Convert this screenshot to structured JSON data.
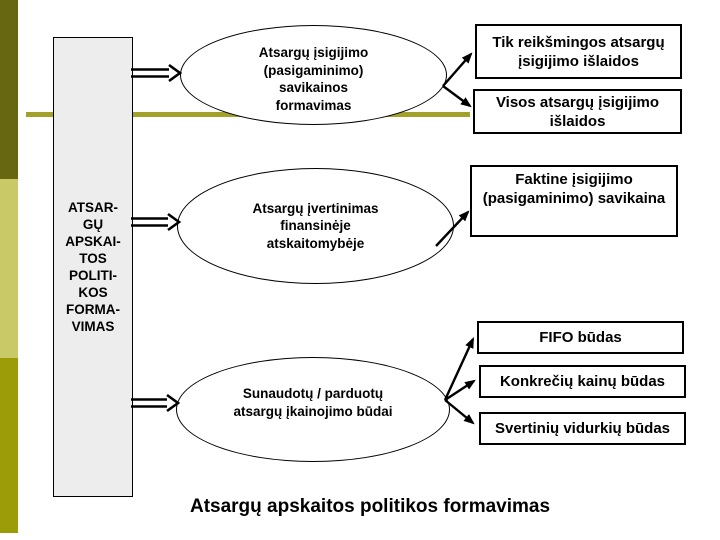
{
  "colors": {
    "bar_dark": "#676712",
    "bar_light": "#c9c968",
    "bar_mid": "#9c9c08",
    "divider_line": "#a2a22a",
    "side_box_fill": "#ededed"
  },
  "side_box": {
    "lines": [
      "ATSAR-",
      "GŲ",
      "APSKAI-",
      "TOS",
      "POLITI-",
      "KOS",
      "FORMA-",
      "VIMAS"
    ]
  },
  "ellipses": [
    {
      "lines": [
        "Atsargų įsigijimo",
        "(pasigaminimo)",
        "savikainos",
        "formavimas"
      ]
    },
    {
      "lines": [
        "Atsargų įvertinimas",
        "finansinėje",
        "atskaitomybėje"
      ]
    },
    {
      "lines": [
        "Sunaudotų / parduotų",
        "atsargų įkainojimo būdai"
      ]
    }
  ],
  "boxes": [
    {
      "lines": [
        "Tik reikšmingos atsargų",
        "įsigijimo išlaidos"
      ]
    },
    {
      "lines": [
        "Visos atsargų įsigijimo",
        "išlaidos"
      ]
    },
    {
      "lines": [
        "Faktine įsigijimo",
        "(pasigaminimo) savikaina"
      ]
    },
    {
      "lines": [
        "FIFO būdas"
      ]
    },
    {
      "lines": [
        "Konkrečių kainų būdas"
      ]
    },
    {
      "lines": [
        "Svertinių vidurkių būdas"
      ]
    }
  ],
  "footer_title": "Atsargų apskaitos politikos formavimas"
}
